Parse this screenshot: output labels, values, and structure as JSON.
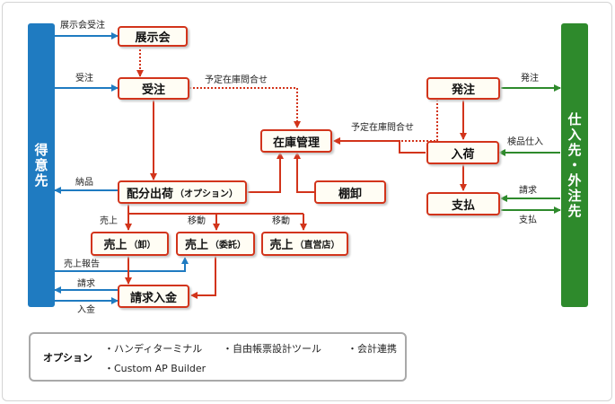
{
  "sides": {
    "customer": "得意先",
    "supplier": "仕入先・外注先"
  },
  "nodes": {
    "exhibition": "展示会",
    "order_received": "受注",
    "inventory": "在庫管理",
    "purchase_order": "発注",
    "receiving": "入荷",
    "payment": "支払",
    "stocktaking": "棚卸",
    "shipping": "配分出荷",
    "shipping_option": "（オプション）",
    "sales_wholesale": "売上",
    "sales_wholesale_sub": "（卸）",
    "sales_consign": "売上",
    "sales_consign_sub": "（委託）",
    "sales_direct": "売上",
    "sales_direct_sub": "（直営店）",
    "billing": "請求入金"
  },
  "labels": {
    "exhibition_order": "展示会受注",
    "order": "受注",
    "inventory_inquiry_1": "予定在庫問合せ",
    "inventory_inquiry_2": "予定在庫問合せ",
    "order_out": "発注",
    "inspection": "検品仕入",
    "invoice_in": "請求",
    "pay_out": "支払",
    "delivery": "納品",
    "sales": "売上",
    "move_1": "移動",
    "move_2": "移動",
    "sales_report": "売上報告",
    "invoice_out": "請求",
    "deposit": "入金"
  },
  "options": {
    "title": "オプション",
    "items": [
      "・ハンディターミナル",
      "・自由帳票設計ツール",
      "・会計連携",
      "・Custom AP Builder"
    ]
  },
  "colors": {
    "customer_blue": "#1f7bc1",
    "supplier_green": "#2e8a2c",
    "flow_red": "#d2341b"
  }
}
